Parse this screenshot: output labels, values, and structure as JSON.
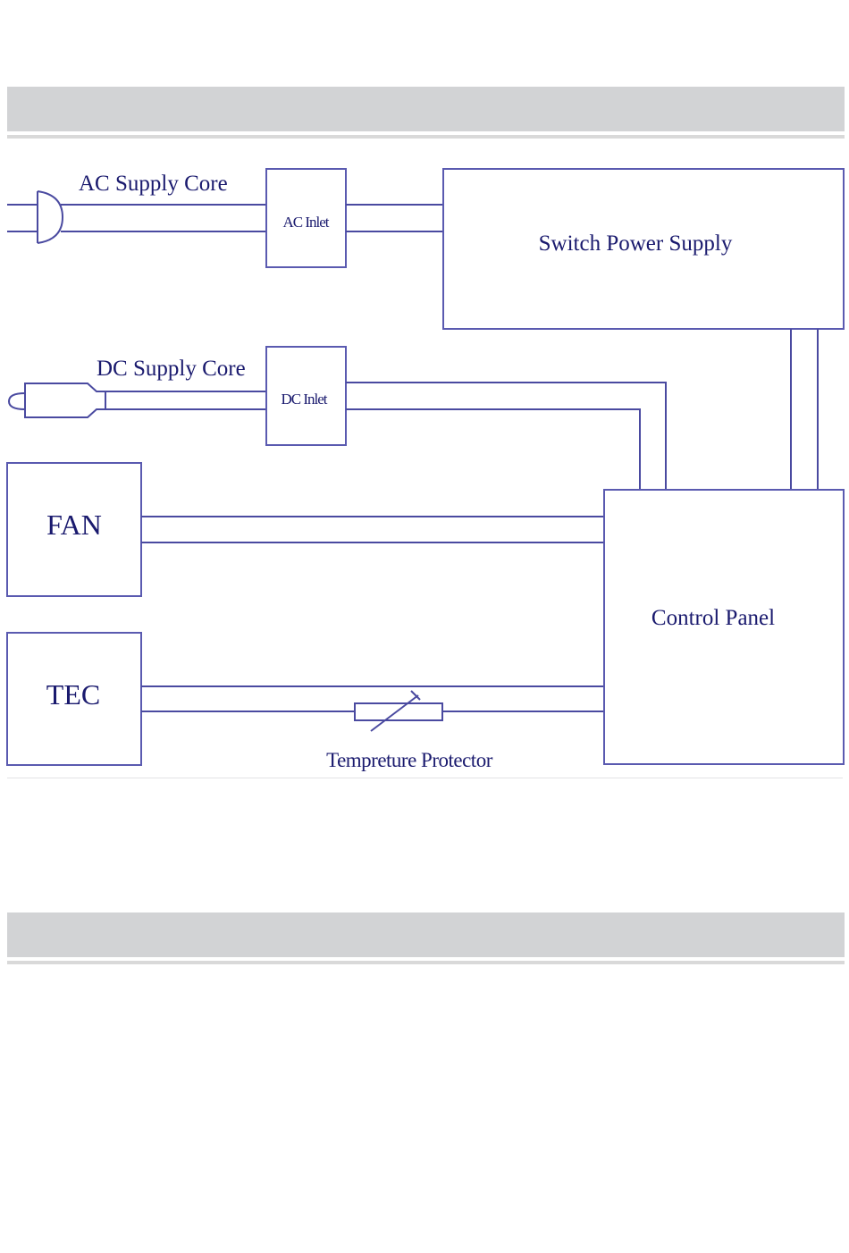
{
  "header_bands": [
    {
      "label": ""
    },
    {
      "label": ""
    }
  ],
  "diagram": {
    "title": "",
    "colors": {
      "line": "#4a4aa0",
      "text": "#1a1a6e",
      "band": "#d2d3d5"
    },
    "components": {
      "ac_supply_core": "AC Supply Core",
      "ac_inlet": "AC Inlet",
      "switch_power_supply": "Switch Power Supply",
      "dc_supply_core": "DC Supply Core",
      "dc_inlet": "DC Inlet",
      "fan": "FAN",
      "tec": "TEC",
      "control_panel": "Control Panel",
      "temperature_protector": "Tempreture Protector"
    },
    "connections": [
      {
        "from": "AC Supply Core",
        "to": "AC Inlet"
      },
      {
        "from": "AC Inlet",
        "to": "Switch Power Supply"
      },
      {
        "from": "Switch Power Supply",
        "to": "Control Panel"
      },
      {
        "from": "DC Supply Core",
        "to": "DC Inlet"
      },
      {
        "from": "DC Inlet",
        "to": "Control Panel"
      },
      {
        "from": "FAN",
        "to": "Control Panel"
      },
      {
        "from": "TEC",
        "to": "Control Panel",
        "via": "Tempreture Protector"
      }
    ]
  }
}
